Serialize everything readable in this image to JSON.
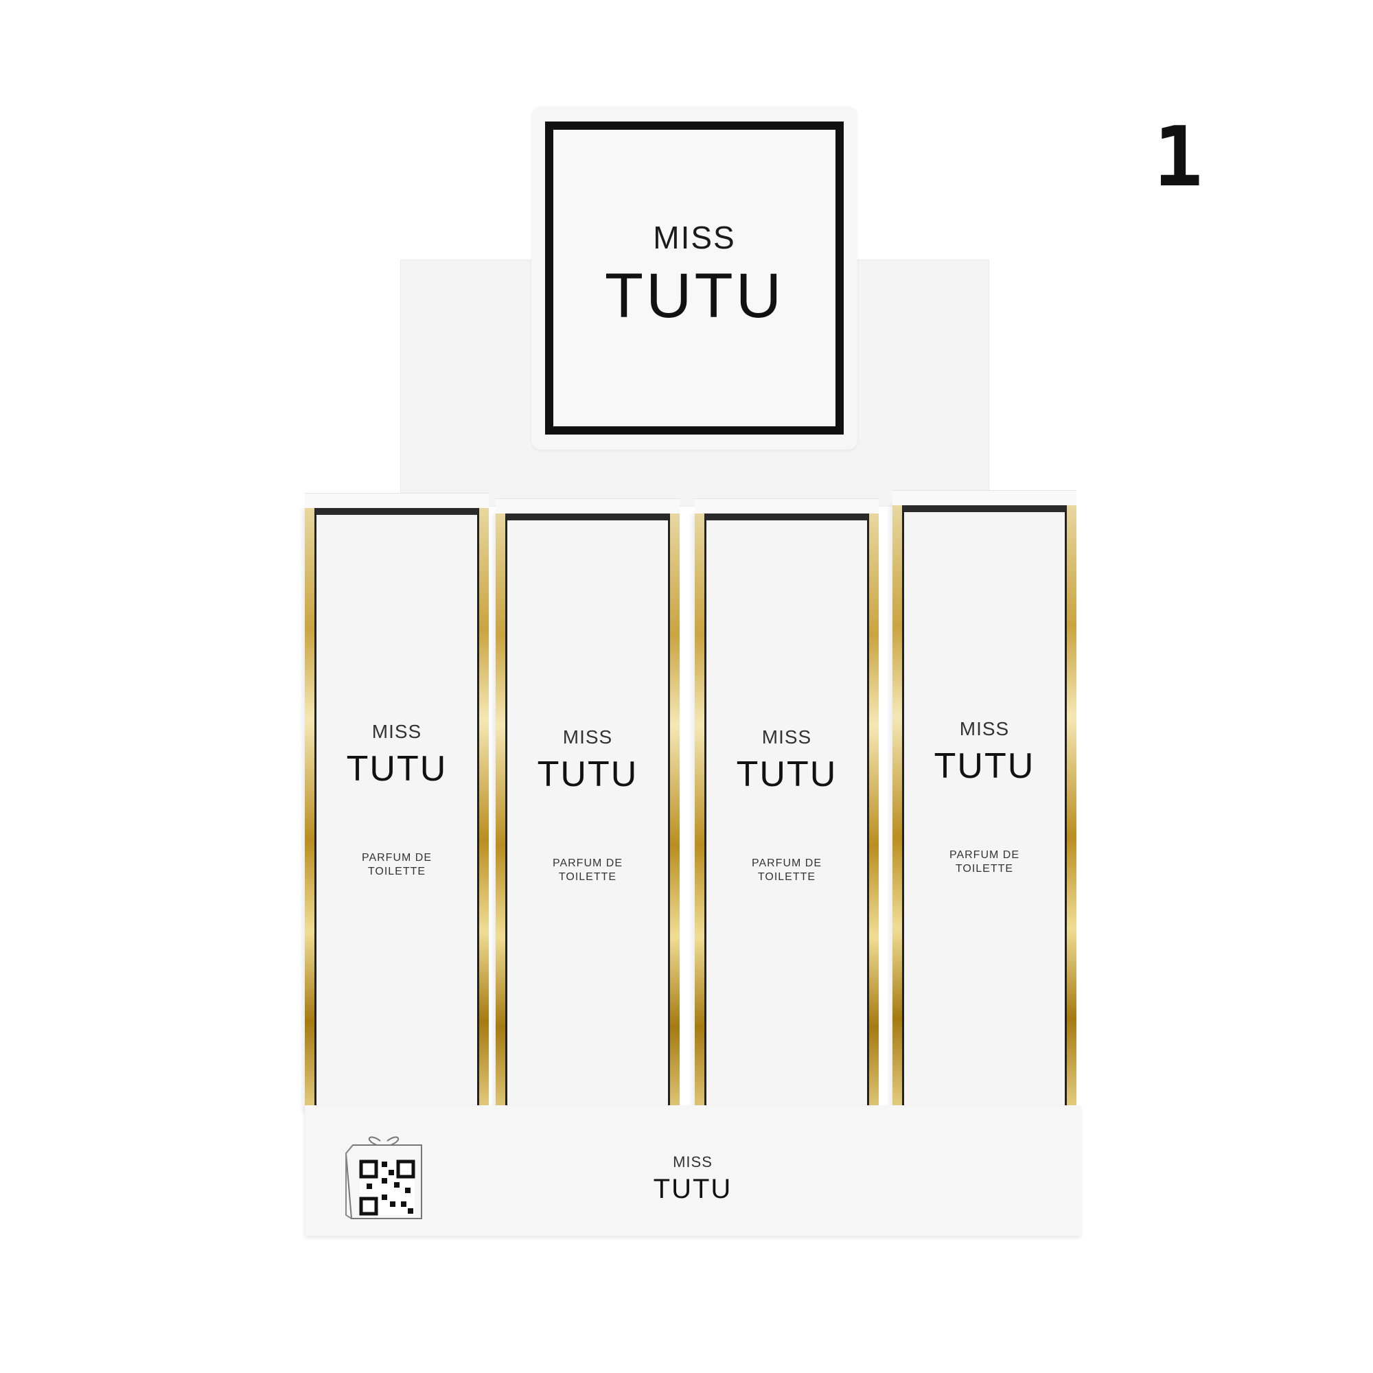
{
  "header": {
    "brand_top": "MISS",
    "brand_main": "TUTU"
  },
  "boxes": [
    {
      "line1": "MISS",
      "line2": "TUTU",
      "sub1": "PARFUM DE",
      "sub2": "TOILETTE"
    },
    {
      "line1": "MISS",
      "line2": "TUTU",
      "sub1": "PARFUM DE",
      "sub2": "TOILETTE"
    },
    {
      "line1": "MISS",
      "line2": "TUTU",
      "sub1": "PARFUM DE",
      "sub2": "TOILETTE"
    },
    {
      "line1": "MISS",
      "line2": "TUTU",
      "sub1": "PARFUM DE",
      "sub2": "TOILETTE"
    }
  ],
  "tray": {
    "brand_top": "MISS",
    "brand_main": "TUTU",
    "icon": "gift-qr-icon"
  },
  "page_number": "1",
  "colors": {
    "gold": "#c9a441",
    "frame": "#111111",
    "card": "#f6f6f6"
  }
}
